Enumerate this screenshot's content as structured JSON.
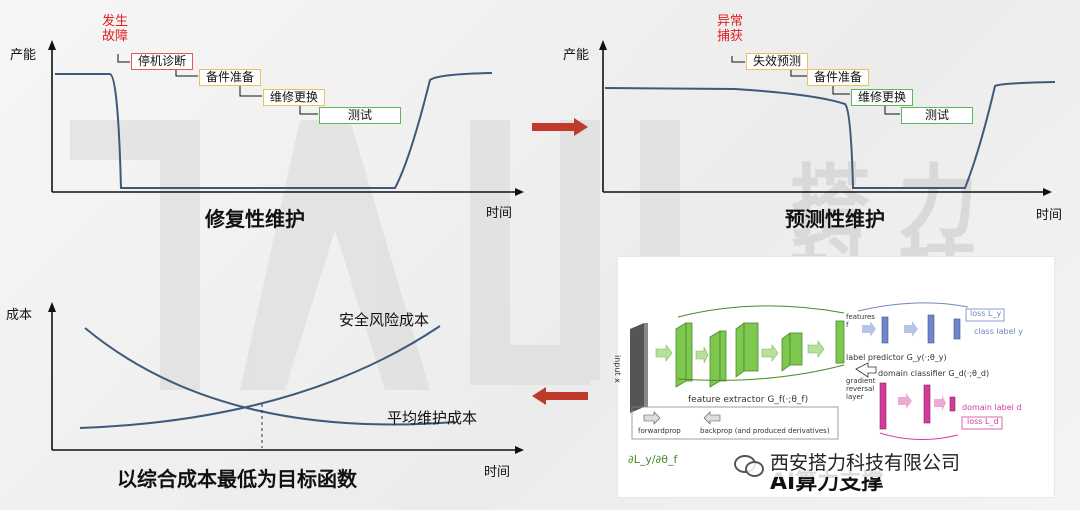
{
  "top_left": {
    "ylabel": "产能",
    "xlabel": "时间",
    "event": "发生\n故障",
    "steps": [
      "停机诊断",
      "备件准备",
      "维修更换",
      "测试"
    ],
    "title": "修复性维护"
  },
  "top_right": {
    "ylabel": "产能",
    "xlabel": "时间",
    "event": "异常\n捕获",
    "steps": [
      "失效预测",
      "备件准备",
      "维修更换",
      "测试"
    ],
    "title": "预测性维护"
  },
  "bottom_left": {
    "ylabel": "成本",
    "xlabel": "时间",
    "curve1": "安全风险成本",
    "curve2": "平均维护成本",
    "title": "以综合成本最低为目标函数"
  },
  "ai": {
    "title": "AI算力支撑",
    "feature_extractor": "feature extractor G_f(·;θ_f)",
    "label_predictor": "label predictor G_y(·;θ_y)",
    "domain_classifier": "domain classifier G_d(·;θ_d)",
    "class_label": "class label y",
    "domain_label": "domain label d",
    "loss_y": "loss L_y",
    "loss_d": "loss L_d",
    "input": "input x",
    "features": "features f",
    "grl": "gradient reversal layer",
    "forwardprop": "forwardprop",
    "backprop": "backprop (and produced derivatives)"
  },
  "watermark": "搭力\n科技",
  "footer": "西安搭力科技有限公司",
  "colors": {
    "accent_red": "#e02020",
    "arrow_red": "#c0392b",
    "curve": "#3d5a7a",
    "green": "#7ec850",
    "blue": "#6f86c7",
    "magenta": "#d13e9a"
  }
}
